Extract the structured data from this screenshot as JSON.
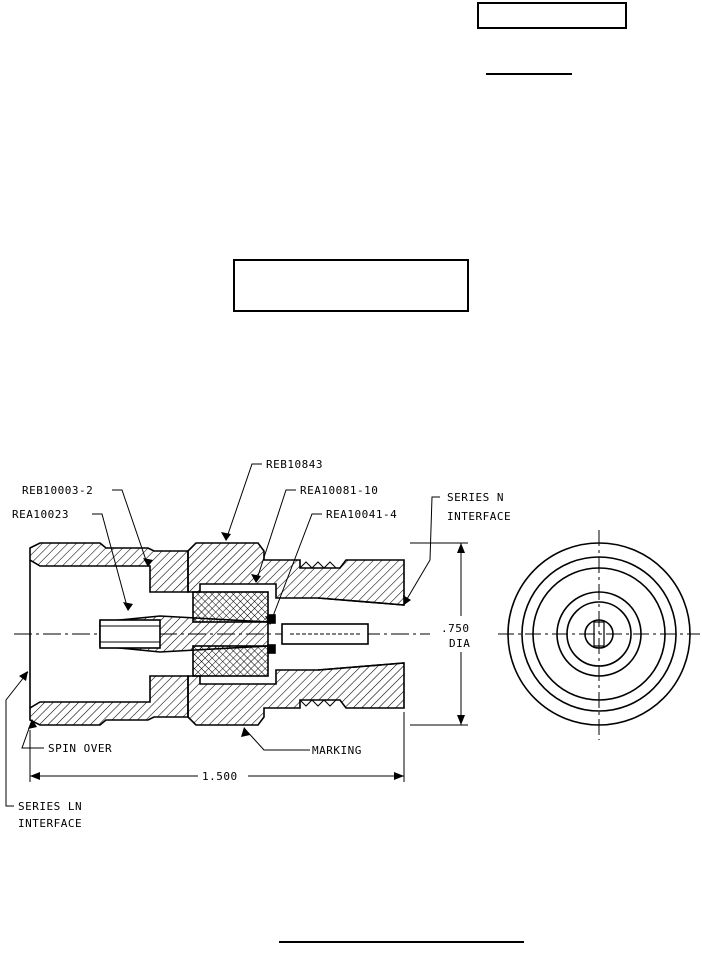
{
  "drawing": {
    "labels": {
      "reb10843": "REB10843",
      "reb10003_2": "REB10003-2",
      "rea10081_10": "REA10081-10",
      "rea10023": "REA10023",
      "rea10041_4": "REA10041-4",
      "series_n_line1": "SERIES N",
      "series_n_line2": "INTERFACE",
      "dia_value": ".750",
      "dia_unit": "DIA",
      "spin_over": "SPIN OVER",
      "marking": "MARKING",
      "length_dim": "1.500",
      "series_ln_line1": "SERIES LN",
      "series_ln_line2": "INTERFACE"
    }
  }
}
